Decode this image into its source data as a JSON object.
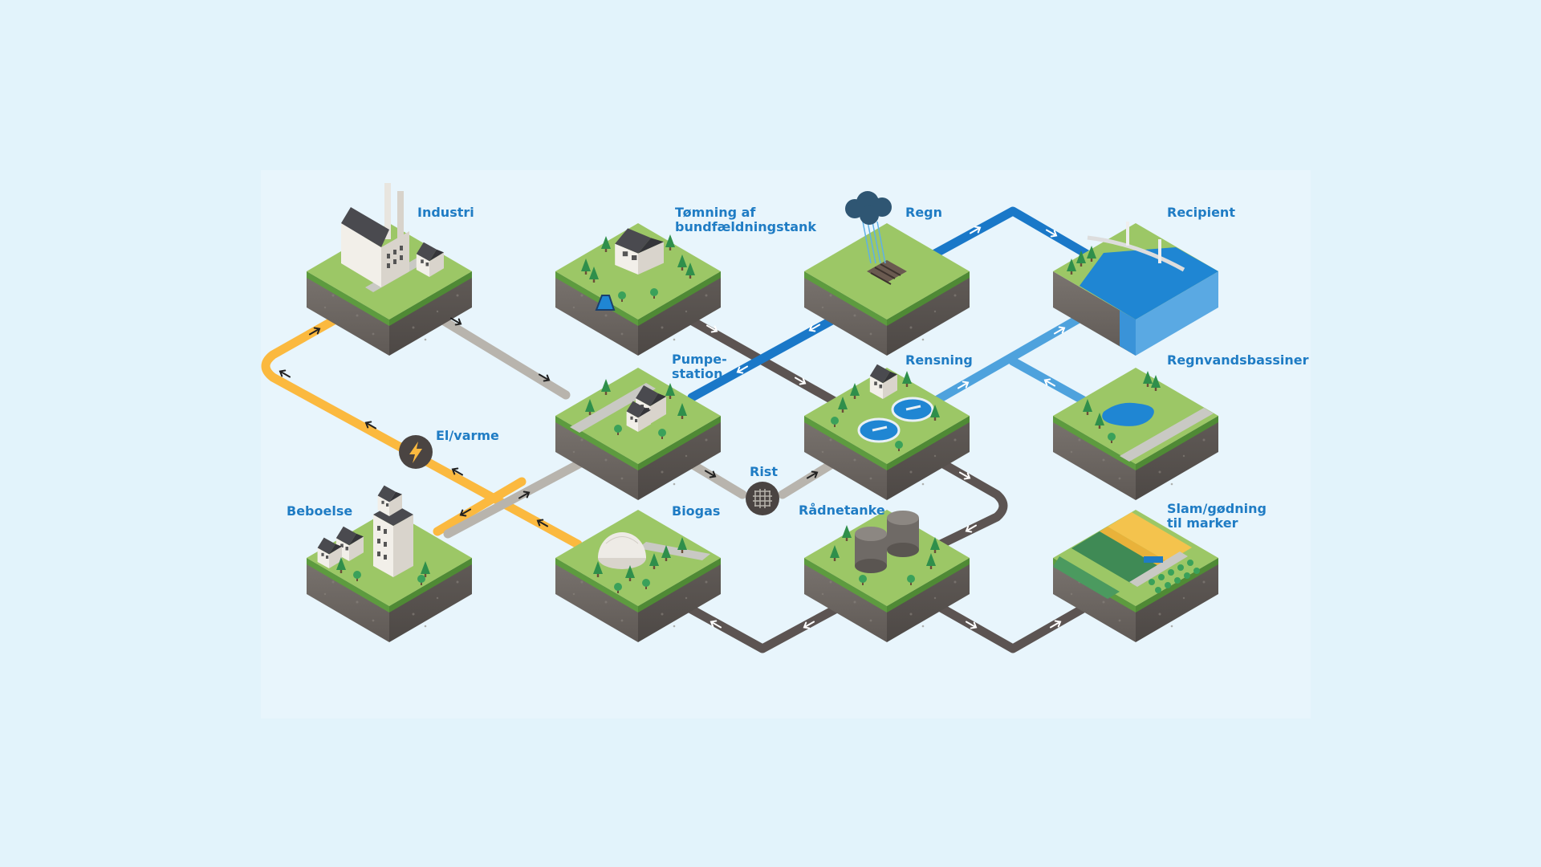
{
  "labels": {
    "industri": "Industri",
    "tomning": "Tømning af\nbundfældningstank",
    "regn": "Regn",
    "recipient": "Recipient",
    "pumpestation": "Pumpe-\nstation",
    "rensning": "Rensning",
    "regnvandsbassiner": "Regnvandsbassiner",
    "elvarme": "El/varme",
    "beboelse": "Beboelse",
    "biogas": "Biogas",
    "rist": "Rist",
    "raadnetanke": "Rådnetanke",
    "slam": "Slam/gødning\ntil marker"
  },
  "icons": {
    "power": "lightning-bolt",
    "screen": "grid-screen"
  },
  "colors": {
    "background": "#e2f3fb",
    "panel": "#e8f5fc",
    "label": "#1f7cc4",
    "grass": "#9cc766",
    "soil": "#6f6a66",
    "pipe_energy": "#fbb93f",
    "pipe_wastewater": "#b8b4ad",
    "pipe_sludge": "#5c5452",
    "pipe_rain": "#1a78c8",
    "pipe_treated": "#4ea2dd",
    "water": "#1f86d3"
  }
}
